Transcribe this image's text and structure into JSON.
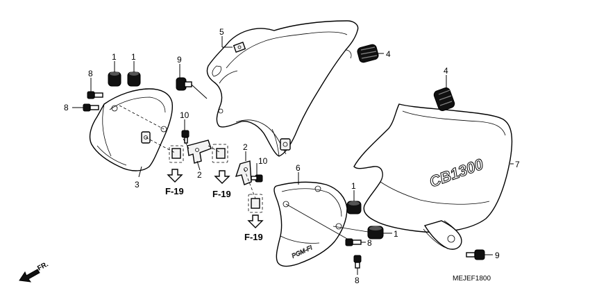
{
  "callouts": [
    "1",
    "1",
    "8",
    "8",
    "9",
    "3",
    "10",
    "2",
    "2",
    "10",
    "5",
    "4",
    "4",
    "6",
    "7",
    "1",
    "1",
    "8",
    "8",
    "9"
  ],
  "refs": [
    "F-19",
    "F-19",
    "F-19"
  ],
  "fr_label": "FR.",
  "drawing_code": "MEJEF1800",
  "brand_text": "CB1300",
  "emboss_text": "PGM-FI"
}
